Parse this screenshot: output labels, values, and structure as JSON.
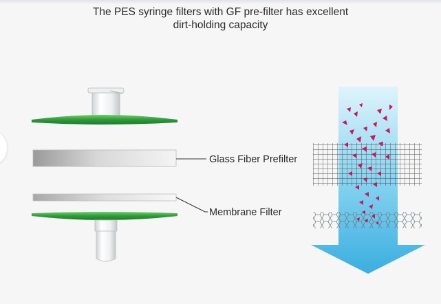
{
  "caption": {
    "line1": "The PES syringe filters with GF pre-filter has excellent",
    "line2": "dirt-holding capacity"
  },
  "labels": {
    "prefilter": "Glass Fiber Prefilter",
    "membrane": "Membrane Filter"
  },
  "colors": {
    "housing_green": "#2e9a3a",
    "arrow_blue": "#47b8e4",
    "particles": "#c8185a"
  }
}
